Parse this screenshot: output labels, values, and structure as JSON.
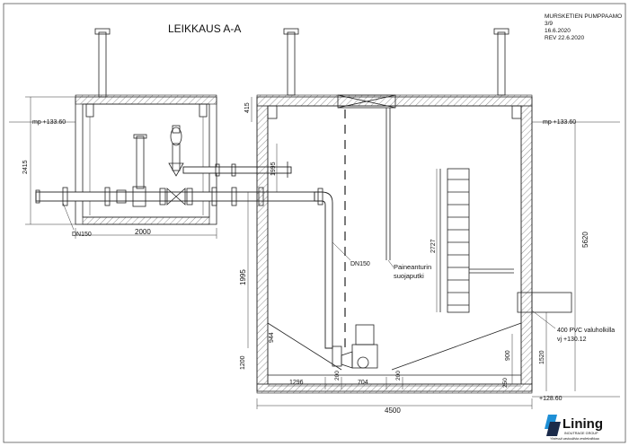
{
  "title_block": {
    "project": "MURSKETIEN PUMPPAAMO",
    "sheet": "3/9",
    "date": "16.6.2020",
    "revision": "REV 22.6.2020"
  },
  "section_title": "LEIKKAUS A-A",
  "labels": {
    "mp_left": "mp +133.60",
    "mp_right": "mp +133.60",
    "dn150_left": "DN150",
    "dn150_mid": "DN150",
    "sensor_line1": "Paineanturin",
    "sensor_line2": "suojaputki",
    "pvc_line1": "400 PVC valuholkilla",
    "pvc_line2": "vj +130.12",
    "bottom_level": "+128.60"
  },
  "dimensions": {
    "d415": "415",
    "d2415": "2415",
    "d1995_top": "1995",
    "d2000": "2000",
    "d2727": "2727",
    "d5620": "5620",
    "d1995_left": "1995",
    "d944": "944",
    "d1200": "1200",
    "d1296": "1296",
    "d200_a": "200",
    "d704": "704",
    "d200_b": "200",
    "d900": "900",
    "d250": "250",
    "d1520": "1520",
    "d4500": "4500"
  },
  "logo": {
    "name": "Lining",
    "group": "INOUTRAGE GROUP",
    "tagline": "Yhdessä vastuullista vesitekniikkaa",
    "colors": {
      "accent": "#1e8fd6",
      "dark": "#1a2a4a"
    }
  }
}
